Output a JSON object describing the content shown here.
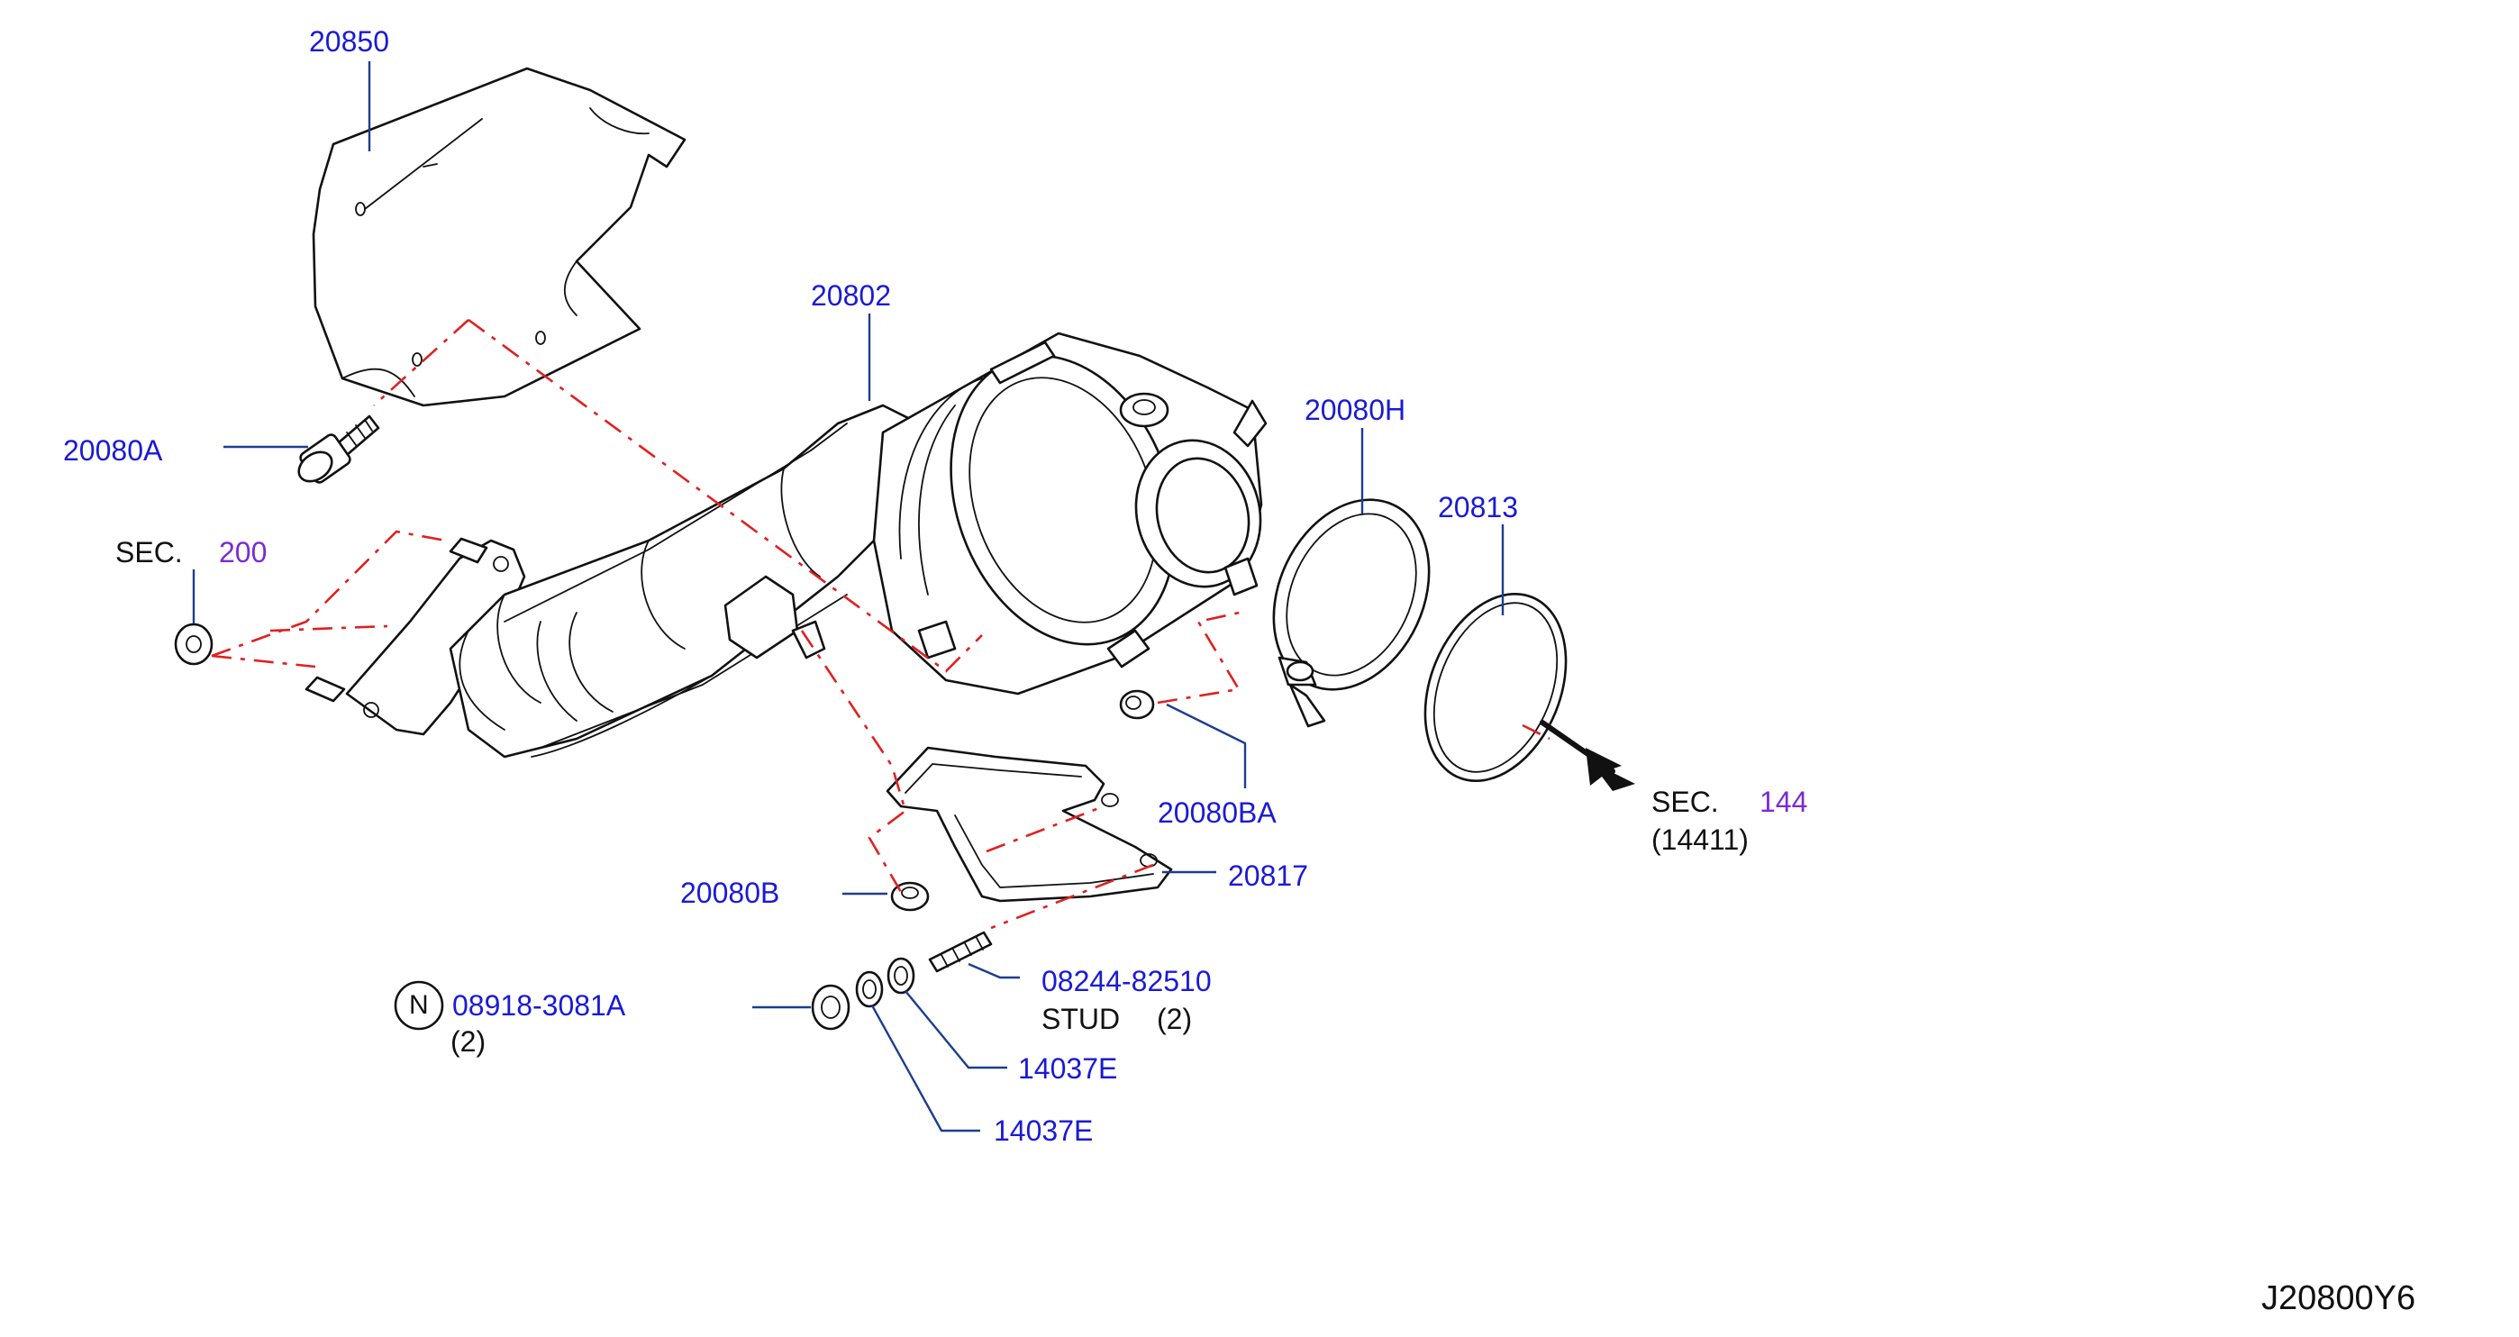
{
  "diagram_code": "J20800Y6",
  "labels": {
    "p20850": "20850",
    "p20802": "20802",
    "p20080H": "20080H",
    "p20813": "20813",
    "p20080A": "20080A",
    "sec200_prefix": "SEC.",
    "sec200_num": "200",
    "p20080BA": "20080BA",
    "sec144_prefix": "SEC.",
    "sec144_num": "144",
    "sec144_sub": "(14411)",
    "p20817": "20817",
    "p20080B": "20080B",
    "p08244": "08244-82510",
    "stud_text": "STUD",
    "stud_qty": "(2)",
    "n_symbol": "N",
    "p08918": "08918-3081A",
    "p08918_qty": "(2)",
    "p14037E_a": "14037E",
    "p14037E_b": "14037E"
  },
  "colors": {
    "part_number_text": "#1a1ad6",
    "section_number_text": "#7a2bd6",
    "leader_line": "#1b3f8f",
    "alignment_line": "#e02020",
    "part_outline": "#111111"
  }
}
